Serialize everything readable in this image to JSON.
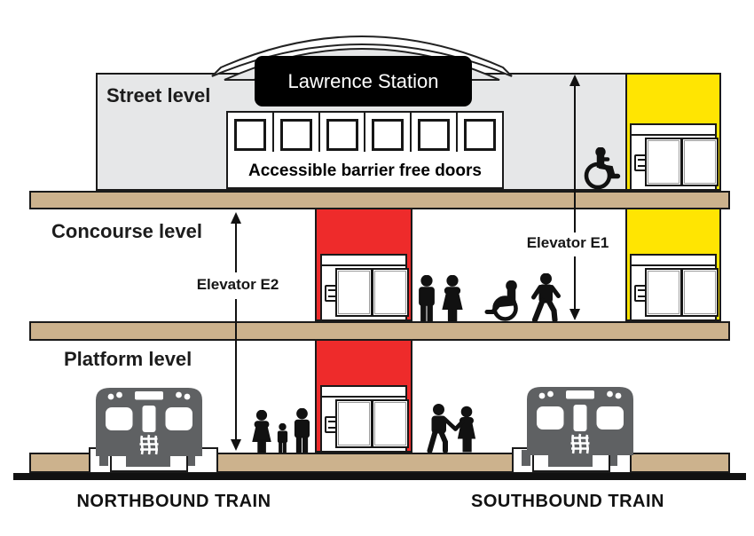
{
  "station": {
    "name": "Lawrence Station"
  },
  "levels": {
    "street": "Street level",
    "concourse": "Concourse level",
    "platform": "Platform level"
  },
  "elevators": {
    "e1_label": "Elevator E1",
    "e2_label": "Elevator E2"
  },
  "doors": {
    "label": "Accessible barrier free doors",
    "count": 6
  },
  "trains": {
    "northbound_label": "NORTHBOUND TRAIN",
    "southbound_label": "SOUTHBOUND TRAIN"
  },
  "icons": {
    "wheelchair": "♿"
  },
  "colors": {
    "building": "#e6e7e8",
    "slab": "#ccb28d",
    "red": "#ee2b2b",
    "yellow": "#ffe502",
    "train": "#5f6163",
    "outline": "#1a1a1a",
    "banner_bg": "#000000",
    "banner_text": "#ffffff"
  }
}
